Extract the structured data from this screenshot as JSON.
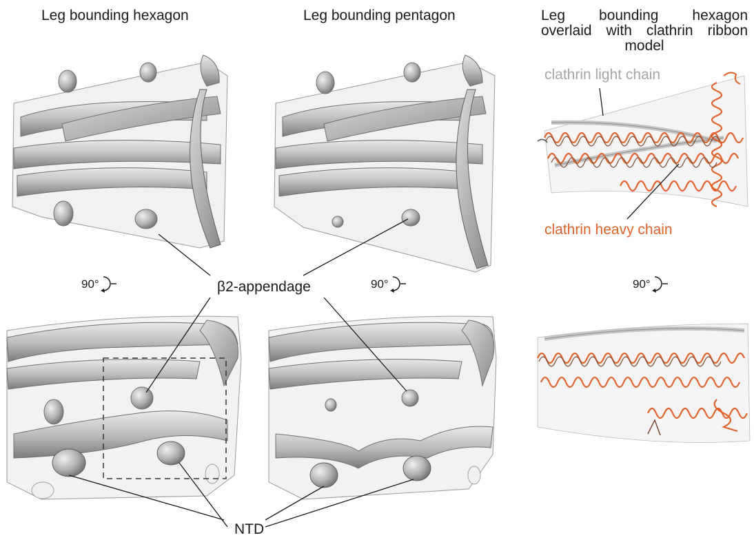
{
  "titles": {
    "hexagon": "Leg bounding hexagon",
    "pentagon": "Leg bounding pentagon",
    "overlay_line1": "Leg bounding hexagon",
    "overlay_line2": "overlaid with clathrin ribbon",
    "overlay_line3": "model"
  },
  "labels": {
    "light_chain": "clathrin light chain",
    "heavy_chain": "clathrin heavy chain",
    "appendage": "β2-appendage",
    "ntd": "NTD",
    "rotation": "90°"
  },
  "colors": {
    "light_chain": "#a6a6a6",
    "heavy_chain": "#e0622c",
    "density": "#b4b4b4",
    "ribbon": "#7a4a34"
  },
  "icons": {
    "rotation": "rotate-90-arrow-icon"
  }
}
